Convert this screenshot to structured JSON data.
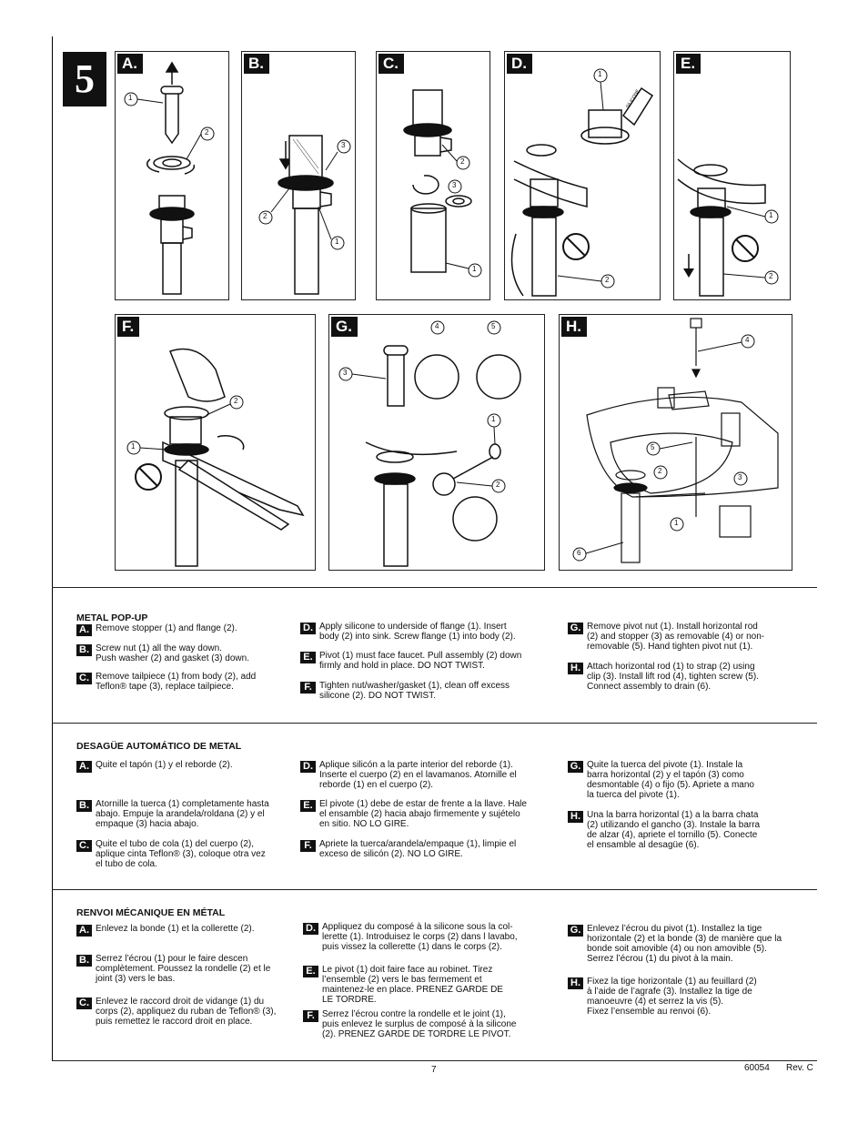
{
  "step": "5",
  "panels": {
    "a": {
      "label": "A.",
      "callouts": [
        "1",
        "2"
      ]
    },
    "b": {
      "label": "B.",
      "callouts": [
        "3",
        "2",
        "1"
      ]
    },
    "c": {
      "label": "C.",
      "callouts": [
        "2",
        "3",
        "1"
      ]
    },
    "d": {
      "label": "D.",
      "callouts": [
        "1",
        "2"
      ],
      "tube_text": "SILICONE"
    },
    "e": {
      "label": "E.",
      "callouts": [
        "1",
        "2"
      ]
    },
    "f": {
      "label": "F.",
      "callouts": [
        "2",
        "1"
      ]
    },
    "g": {
      "label": "G.",
      "callouts": [
        "4",
        "5",
        "3",
        "1",
        "2"
      ]
    },
    "h": {
      "label": "H.",
      "callouts": [
        "4",
        "5",
        "2",
        "3",
        "1",
        "6"
      ]
    }
  },
  "english": {
    "title": "METAL POP-UP",
    "items": [
      {
        "label": "A.",
        "text": "Remove stopper (1) and flange (2)."
      },
      {
        "label": "B.",
        "text": "Screw nut (1) all the way down.\nPush washer (2) and gasket (3) down."
      },
      {
        "label": "C.",
        "text": "Remove tailpiece (1) from body (2), add\nTeflon® tape (3), replace tailpiece."
      },
      {
        "label": "D.",
        "text": "Apply silicone to underside of flange (1). Insert\nbody (2) into sink. Screw flange (1) into body (2)."
      },
      {
        "label": "E.",
        "text": "Pivot (1) must face faucet. Pull assembly (2) down\nfirmly and hold in place. DO NOT TWIST."
      },
      {
        "label": "F.",
        "text": "Tighten nut/washer/gasket (1), clean off excess\nsilicone (2). DO NOT TWIST."
      },
      {
        "label": "G.",
        "text": "Remove pivot nut (1). Install horizontal rod\n(2) and stopper (3) as removable (4) or non-\nremovable (5). Hand tighten pivot nut (1)."
      },
      {
        "label": "H.",
        "text": "Attach horizontal rod (1) to strap (2) using\nclip (3). Install lift rod (4), tighten screw (5).\nConnect assembly to drain (6)."
      }
    ]
  },
  "spanish": {
    "title": "DESAGÜE AUTOMÁTICO DE METAL",
    "items": [
      {
        "label": "A.",
        "text": "Quite el tapón (1) y el reborde (2)."
      },
      {
        "label": "B.",
        "text": "Atornille la tuerca (1) completamente hasta\nabajo. Empuje la arandela/roldana (2) y el\nempaque (3) hacia abajo."
      },
      {
        "label": "C.",
        "text": "Quite el tubo de cola (1) del cuerpo (2),\naplique cinta Teflon® (3), coloque otra vez\nel tubo de cola."
      },
      {
        "label": "D.",
        "text": "Aplique silicón a la parte interior del reborde (1).\nInserte el cuerpo (2) en el lavamanos. Atornille el\nreborde (1) en el cuerpo (2)."
      },
      {
        "label": "E.",
        "text": "El pivote (1) debe de estar de frente a la llave. Hale\nel ensamble (2) hacia abajo firmemente y sujételo\nen sitio. NO LO GIRE."
      },
      {
        "label": "F.",
        "text": "Apriete la tuerca/arandela/empaque (1), limpie el\nexceso de silicón (2). NO LO GIRE."
      },
      {
        "label": "G.",
        "text": "Quite la tuerca del pivote (1). Instale la\nbarra horizontal (2) y el tapón (3) como\ndesmontable (4) o fijo (5). Apriete a mano\nla tuerca del pivote (1)."
      },
      {
        "label": "H.",
        "text": "Una la barra horizontal (1) a la barra chata\n(2) utilizando el gancho (3). Instale la barra\nde alzar (4), apriete el tornillo (5). Conecte\nel ensamble al desagüe (6)."
      }
    ]
  },
  "french": {
    "title": "RENVOI MÉCANIQUE EN MÉTAL",
    "items": [
      {
        "label": "A.",
        "text": "Enlevez la bonde (1) et la collerette (2)."
      },
      {
        "label": "B.",
        "text": "Serrez l’écrou (1) pour le faire descen\ncomplètement. Poussez la rondelle (2) et le\njoint (3) vers le bas."
      },
      {
        "label": "C.",
        "text": "Enlevez le raccord droit de vidange (1) du\ncorps (2), appliquez du ruban de Teflon® (3),\npuis remettez le raccord droit en place."
      },
      {
        "label": "D.",
        "text": "Appliquez du composé à la silicone sous la col-\nlerette (1). Introduisez le corps (2) dans l lavabo,\npuis vissez la collerette (1) dans le corps (2)."
      },
      {
        "label": "E.",
        "text": "Le pivot (1) doit faire face au robinet. Tirez\n l’ensemble (2) vers le bas fermement et\nmaintenez-le en place. PRENEZ GARDE DE\nLE TORDRE."
      },
      {
        "label": "F.",
        "text": "Serrez l’écrou contre la rondelle et le joint (1),\npuis enlevez le surplus de composé à la silicone\n(2). PRENEZ GARDE DE TORDRE LE PIVOT."
      },
      {
        "label": "G.",
        "text": "Enlevez l’écrou du pivot (1). Installez la tige\nhorizontale (2) et la bonde (3) de manière que la\nbonde soit amovible (4) ou non amovible (5).\nSerrez l’écrou (1) du pivot à la main."
      },
      {
        "label": "H.",
        "text": "Fixez la tige horizontale (1) au feuillard (2)\nà l’aide de l’agrafe (3). Installez la tige de\nmanoeuvre (4) et serrez la vis (5).\nFixez l’ensemble au renvoi (6)."
      }
    ]
  },
  "footer": {
    "page": "7",
    "doc": "60054",
    "rev": "Rev. C"
  }
}
